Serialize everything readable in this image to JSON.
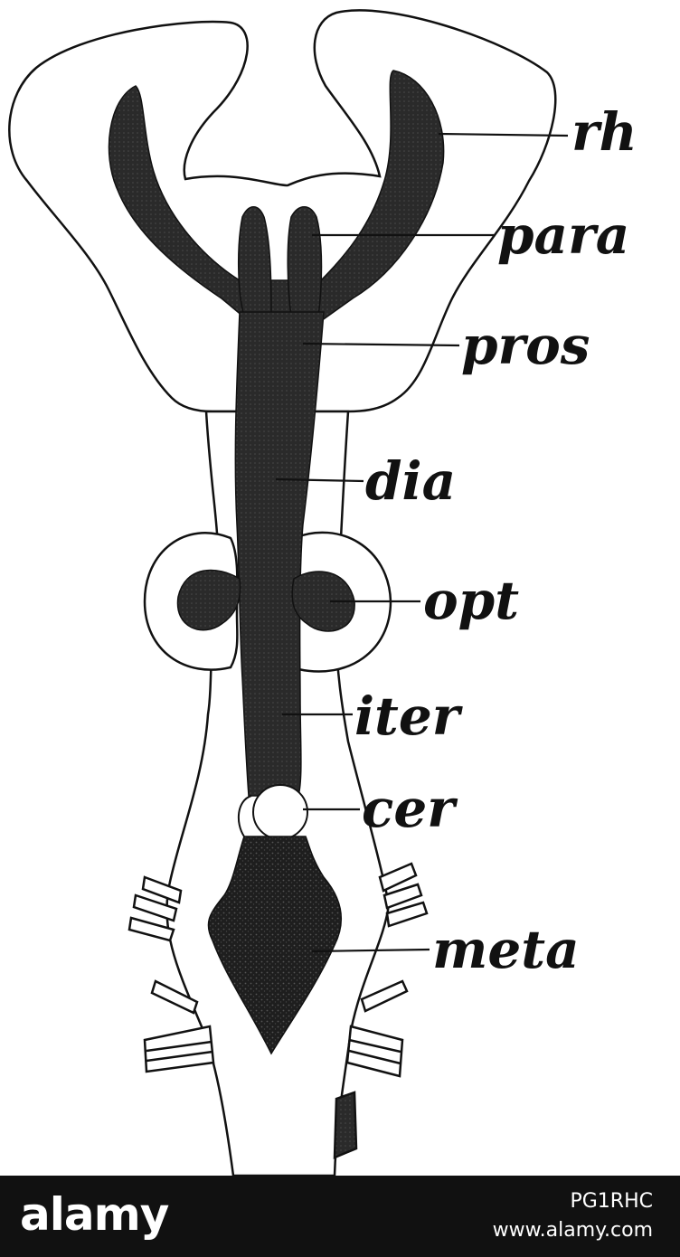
{
  "labels": {
    "rh": "rh",
    "para": "para",
    "pros": "pros",
    "dia": "dia",
    "opt": "opt",
    "iter": "iter",
    "cer": "cer",
    "meta": "meta"
  },
  "footer": {
    "logo": "alamy",
    "image_id": "PG1RHC",
    "site": "www.alamy.com"
  },
  "colors": {
    "ventricle": "#2a2a2a",
    "outline": "#111111",
    "footer_bg": "#111111"
  }
}
